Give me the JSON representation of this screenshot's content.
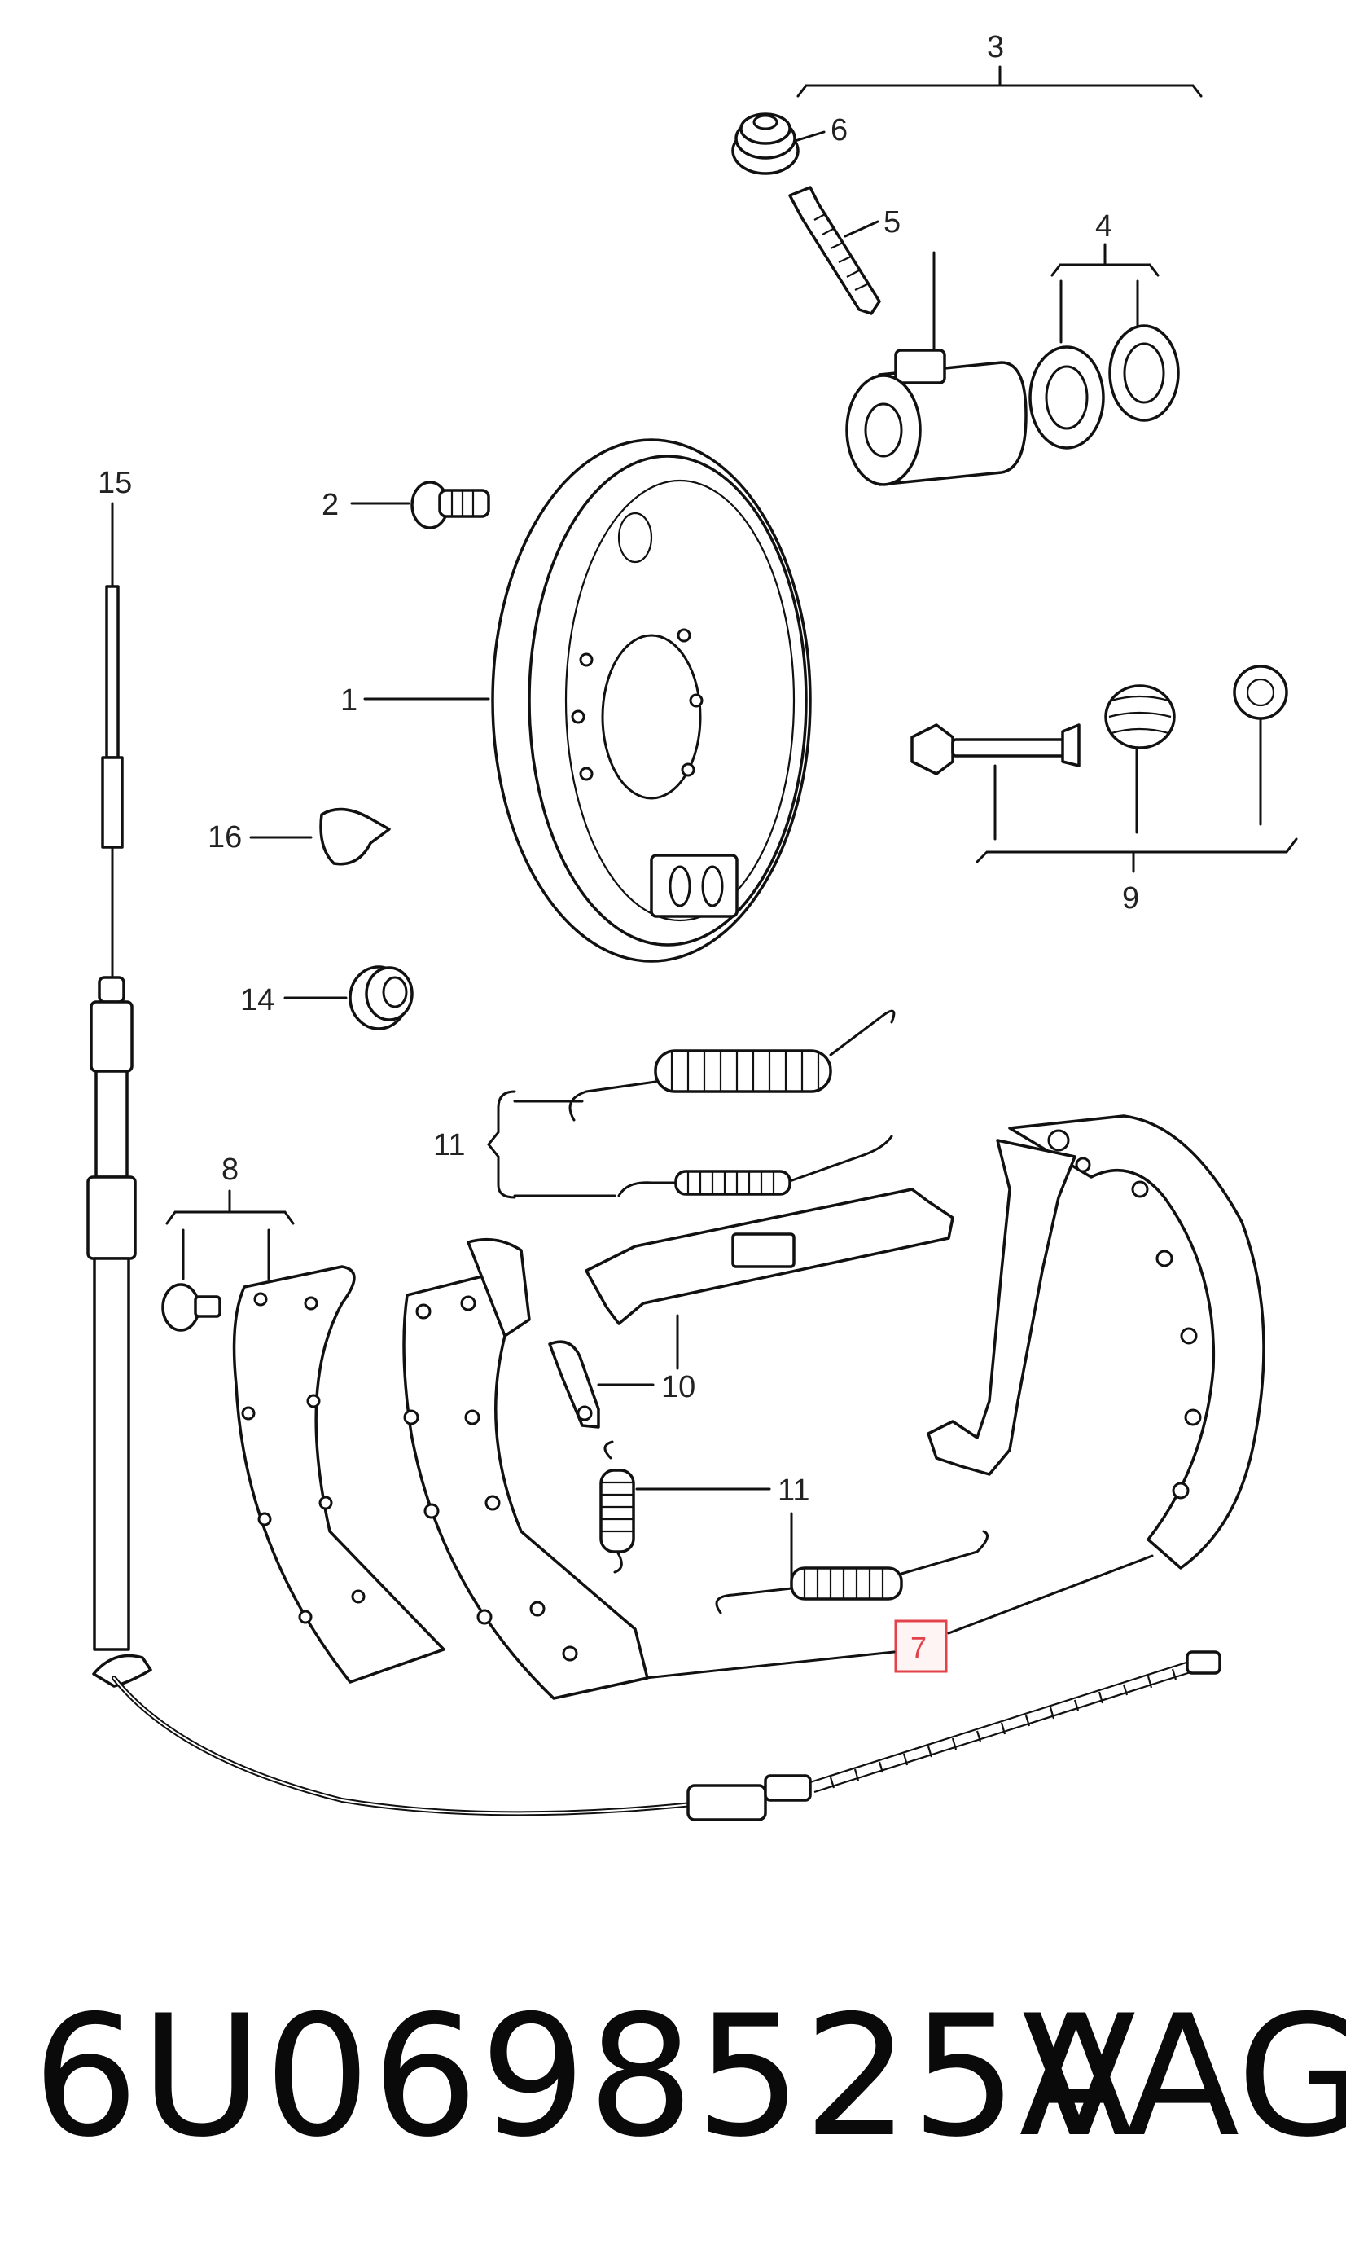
{
  "diagram": {
    "callouts": [
      "1",
      "2",
      "3",
      "4",
      "5",
      "6",
      "7",
      "8",
      "9",
      "10",
      "11",
      "11",
      "14",
      "15",
      "16",
      "11"
    ],
    "highlighted_callout": "7"
  },
  "footer": {
    "part_number": "6U0698525A",
    "brand": "VAG"
  }
}
